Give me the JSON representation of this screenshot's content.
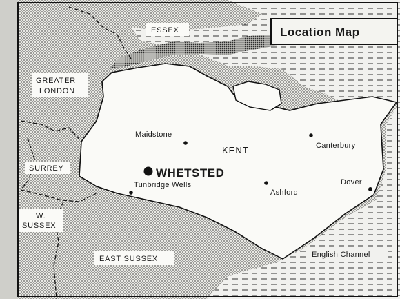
{
  "map": {
    "title": "Location Map",
    "counties": {
      "essex": "ESSEX",
      "greater_london_line1": "GREATER",
      "greater_london_line2": "LONDON",
      "surrey": "SURREY",
      "west_sussex_line1": "W.",
      "west_sussex_line2": "SUSSEX",
      "east_sussex": "EAST SUSSEX",
      "kent": "KENT"
    },
    "places": {
      "maidstone": "Maidstone",
      "canterbury": "Canterbury",
      "whetsted": "WHETSTED",
      "tunbridge_wells": "Tunbridge Wells",
      "ashford": "Ashford",
      "dover": "Dover"
    },
    "sea": {
      "english_channel": "English Channel"
    }
  }
}
